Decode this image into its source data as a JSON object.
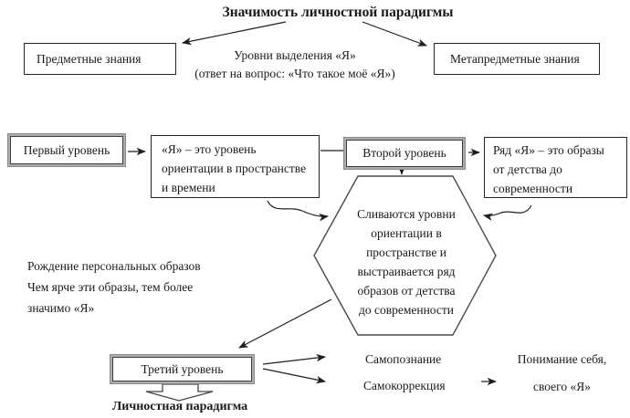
{
  "colors": {
    "ink": "#1a1a1a",
    "line": "#1f1f1f",
    "box_border": "#262626",
    "level_border_dark": "#3d3d3d",
    "level_border_gray": "#adadad",
    "background": "#ffffff"
  },
  "title": "Значимость личностной парадигмы",
  "top_row": {
    "subject_box": "Предметные знания",
    "caption_line1": "Уровни выделения «Я»",
    "caption_line2": "(ответ на вопрос: «Что такое моё «Я»)",
    "meta_box": "Метапредметные знания"
  },
  "level1": {
    "label": "Первый уровень",
    "desc_lines": [
      "«Я» – это уровень",
      "ориентации в пространстве",
      "и времени"
    ]
  },
  "level2": {
    "label": "Второй уровень",
    "desc_lines": [
      "Ряд «Я» – это образы",
      "от детства до",
      "современности"
    ]
  },
  "level3": {
    "label": "Третий уровень"
  },
  "hexagon_lines": [
    "Сливаются уровни",
    "ориентации в",
    "пространстве и",
    "выстраивается ряд",
    "образов от детства",
    "до современности"
  ],
  "side_note": {
    "line1": "Рождение персональных образов",
    "line2": "Чем ярче эти образы, тем более",
    "line3": "значимо «Я»"
  },
  "personal_paradigm": "Личностная парадигма",
  "outcomes": {
    "self_knowledge": "Самопознание",
    "self_correction": "Самокоррекция",
    "result_line1": "Понимание себя,",
    "result_line2": "своего «Я»"
  }
}
